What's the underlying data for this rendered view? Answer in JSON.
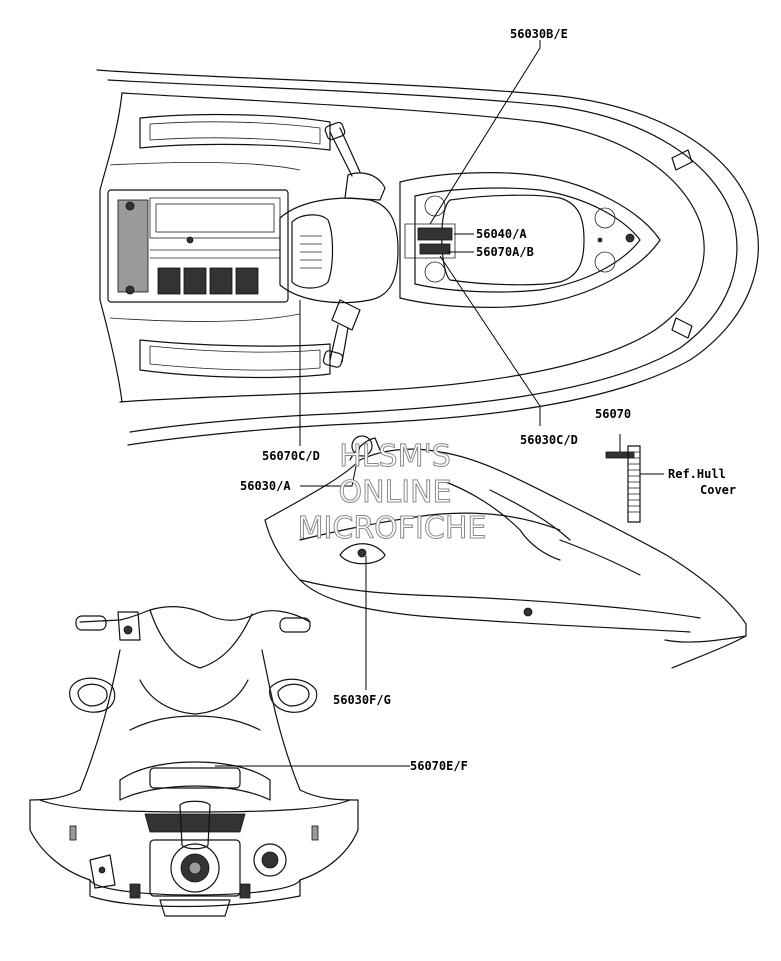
{
  "labels": {
    "l1": "56030B/E",
    "l2": "56040/A",
    "l3": "56070A/B",
    "l4": "56030C/D",
    "l5": "56070C/D",
    "l6": "56030/A",
    "l7": "56070",
    "l8": "Ref.Hull",
    "l9": "Cover",
    "l10": "56030F/G",
    "l11": "56070E/F"
  },
  "watermark": {
    "line1": "HLSM'S",
    "line2": "ONLINE",
    "line3": "MICROFICHE"
  }
}
